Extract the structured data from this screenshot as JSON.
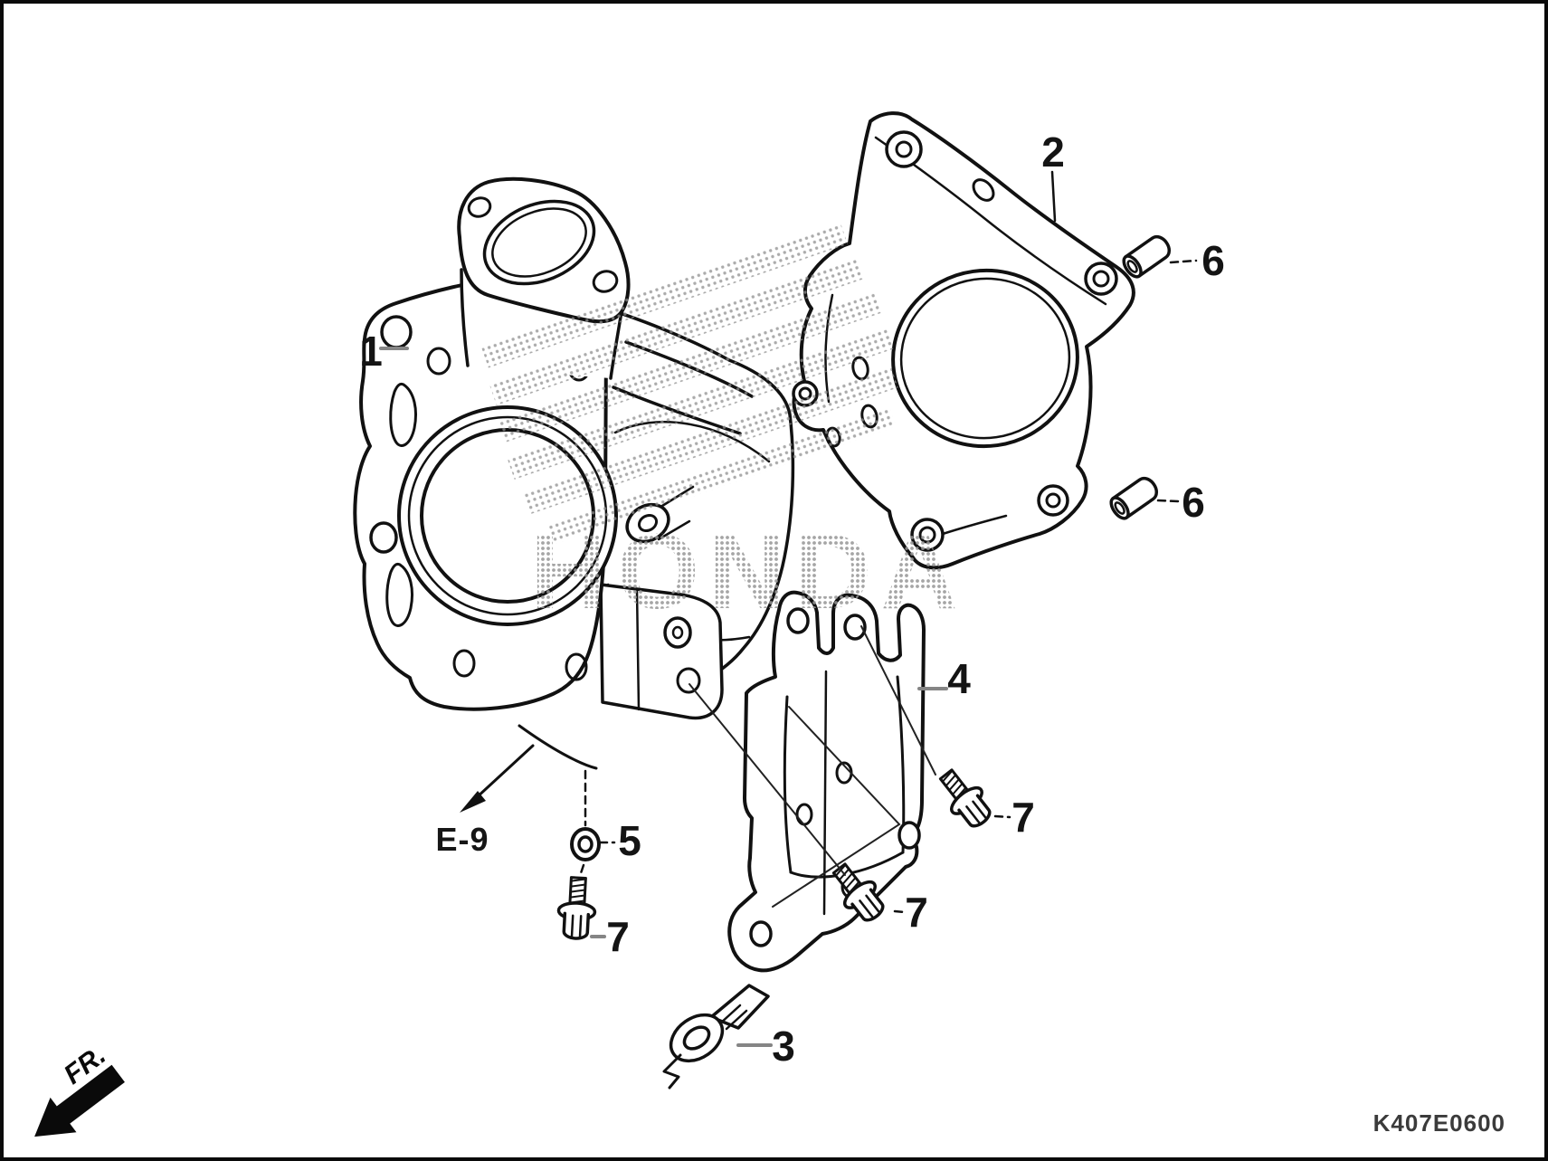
{
  "diagram": {
    "code": "K407E0600",
    "front_marker": "FR.",
    "section_reference": "E-9",
    "watermark": "HONDA"
  },
  "callouts": [
    {
      "num": "1",
      "part": "cylinder"
    },
    {
      "num": "2",
      "part": "cylinder-gasket"
    },
    {
      "num": "3",
      "part": "clip"
    },
    {
      "num": "4",
      "part": "bracket"
    },
    {
      "num": "5",
      "part": "washer"
    },
    {
      "num": "6",
      "part": "dowel-pin-upper"
    },
    {
      "num": "6",
      "part": "dowel-pin-lower"
    },
    {
      "num": "7",
      "part": "flange-bolt-left"
    },
    {
      "num": "7",
      "part": "flange-bolt-upper-right"
    },
    {
      "num": "7",
      "part": "flange-bolt-lower-right"
    }
  ]
}
